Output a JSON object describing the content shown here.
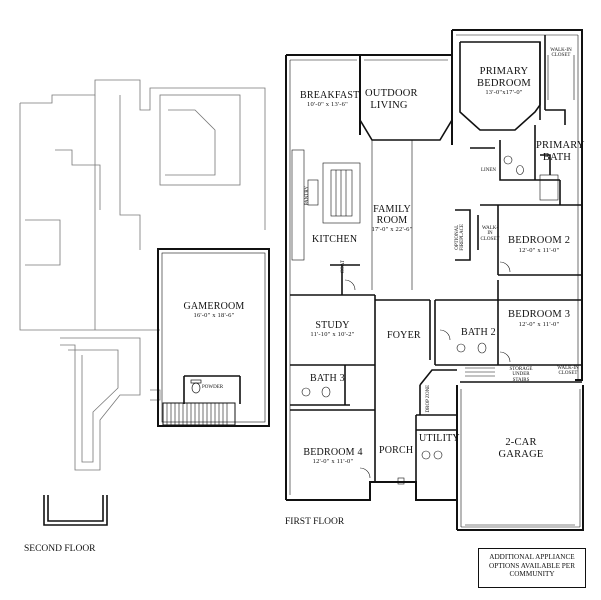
{
  "second_floor": {
    "label": "SECOND FLOOR",
    "gameroom": {
      "name": "GAMEROOM",
      "dim": "16'-0\" x 18'-6\""
    },
    "powder": "POWDER"
  },
  "first_floor": {
    "label": "FIRST FLOOR",
    "rooms": {
      "breakfast": {
        "name": "BREAKFAST",
        "dim": "10'-0\" x 13'-6\""
      },
      "outdoor_living": {
        "name": "OUTDOOR LIVING"
      },
      "primary_bedroom": {
        "name": "PRIMARY BEDROOM",
        "dim": "13'-0\"x17'-0\""
      },
      "primary_bath": {
        "name": "PRIMARY BATH"
      },
      "kitchen": {
        "name": "KITCHEN"
      },
      "family_room": {
        "name": "FAMILY ROOM",
        "dim": "17'-0\" x 22'-6\""
      },
      "bedroom_2": {
        "name": "BEDROOM 2",
        "dim": "12'-0\" x 11'-0\""
      },
      "bedroom_3": {
        "name": "BEDROOM 3",
        "dim": "12'-0\" x 11'-0\""
      },
      "study": {
        "name": "STUDY",
        "dim": "11'-10\" x 10'-2\""
      },
      "foyer": {
        "name": "FOYER"
      },
      "bath_2": {
        "name": "BATH 2"
      },
      "bath_3": {
        "name": "BATH 3"
      },
      "bedroom_4": {
        "name": "BEDROOM 4",
        "dim": "12'-0\" x 11'-0\""
      },
      "porch": {
        "name": "PORCH"
      },
      "utility": {
        "name": "UTILITY"
      },
      "garage": {
        "name": "2-CAR GARAGE"
      }
    },
    "small_labels": {
      "walk_in_closet_primary": "WALK-IN CLOSET",
      "walk_in_closet_bed2": "WALK-IN CLOSET",
      "walk_in_closet_bed3": "WALK-IN CLOSET",
      "optional_fireplace": "OPTIONAL FIREPLACE",
      "storage_under_stairs": "STORAGE UNDER STAIRS",
      "linen": "LINEN",
      "pantry": "PANTRY",
      "coat": "COAT",
      "drop_zone": "DROP ZONE"
    }
  },
  "note": "ADDITIONAL APPLIANCE OPTIONS AVAILABLE PER COMMUNITY"
}
